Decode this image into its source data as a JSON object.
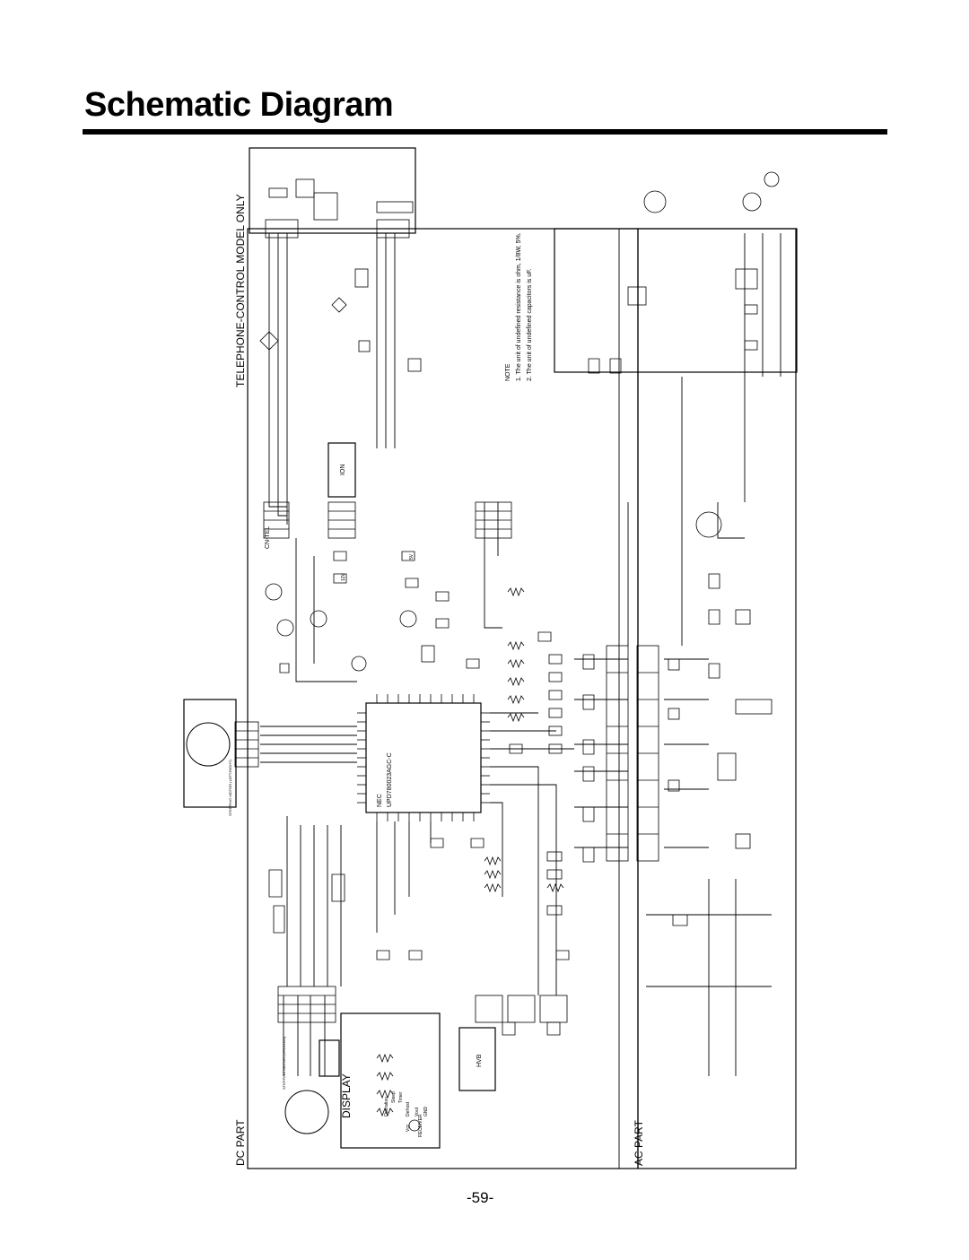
{
  "page": {
    "title": "Schematic Diagram",
    "page_number": "-59-"
  },
  "sections": {
    "telephone": "TELEPHONE-CONTROL MODEL ONLY",
    "dc_part": "DC PART",
    "ac_part": "AC PART",
    "display": "DISPLAY"
  },
  "notes": {
    "heading": "NOTE",
    "line1": "1. The unit of undefined resistance is ohm, 1/8W, 5%.",
    "line2": "2. The unit of undefined capacitors is uF."
  },
  "components": {
    "mcu_brand": "NEC",
    "mcu_part": "UPD780023AGC-C",
    "ion": "ION",
    "hvb": "HVB",
    "receiver": "RECEIVER",
    "cn_tel": "CN-TEL",
    "stepping_motor_right": "STEPPING MOTOR (LEFT,RIGHT)",
    "stepping_motor_updown": "STEPPING MOTOR (UP/DOWN)",
    "vcc": "Vcc",
    "vout": "Vout",
    "gnd": "GND",
    "twelve_v": "12V",
    "five_v": "5V"
  },
  "display_items": [
    "Operation",
    "Sleep",
    "Timer",
    "Defrost"
  ],
  "colors": {
    "ink": "#000000",
    "paper": "#ffffff"
  }
}
